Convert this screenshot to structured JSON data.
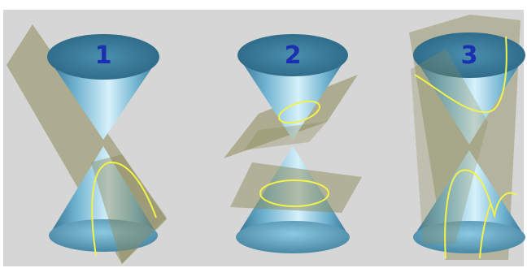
{
  "figure": {
    "panels": [
      {
        "number": "1"
      },
      {
        "number": "2"
      },
      {
        "number": "3"
      }
    ]
  },
  "colors": {
    "background": "#d6d6d6",
    "cone_light": "#bfe6f4",
    "cone_mid": "#6fb2cf",
    "cone_dark": "#2f6f8e",
    "plane": "#8c8a5a",
    "intersection_curve": "#f2f24a",
    "number": "#1b2fb0"
  }
}
